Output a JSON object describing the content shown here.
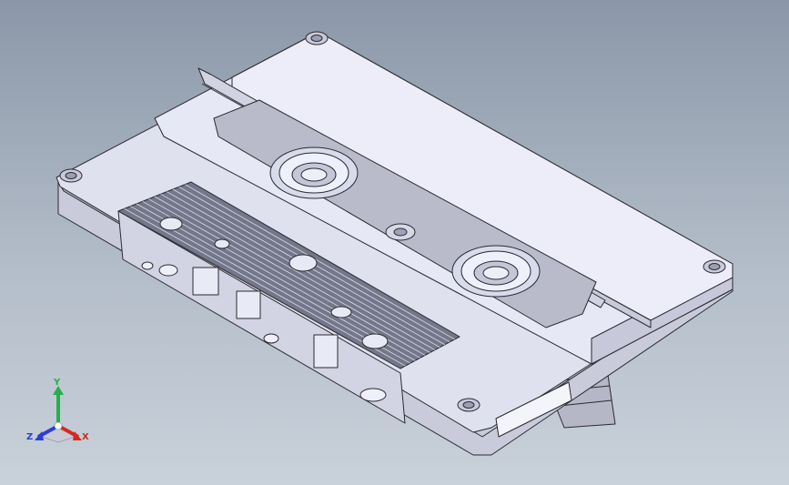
{
  "triad": {
    "x_label": "X",
    "y_label": "Y",
    "z_label": "Z",
    "x_color": "#d42a20",
    "y_color": "#22b14c",
    "z_color": "#2c3fd6"
  },
  "model": {
    "shell_color": "#e4e6f4",
    "edge_color": "#2a2a30"
  }
}
